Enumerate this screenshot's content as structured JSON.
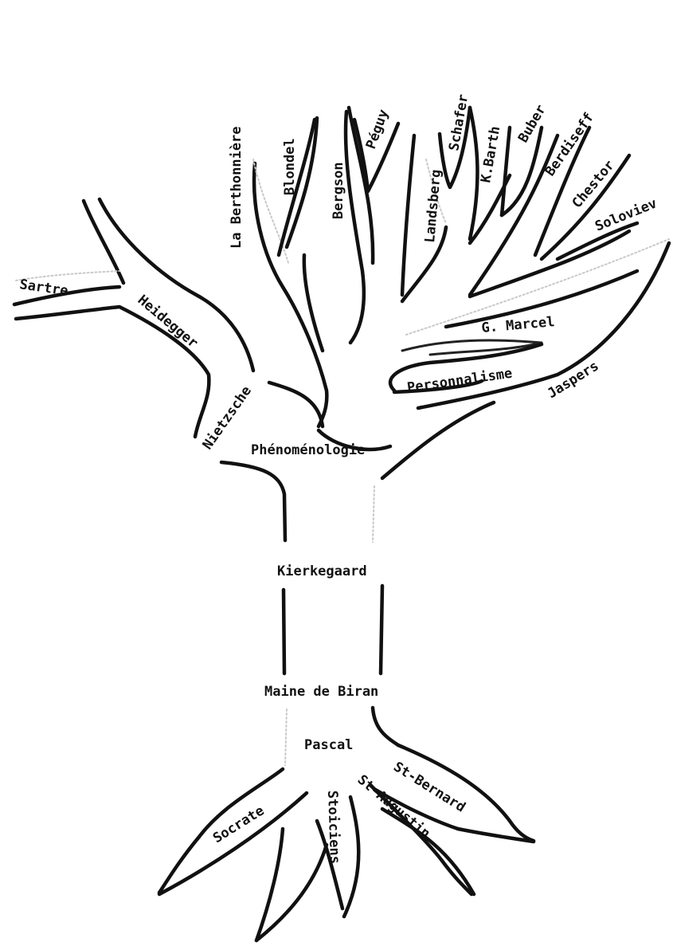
{
  "labels": {
    "la_berthonniere": "La Berthonnière",
    "blondel": "Blondel",
    "bergson": "Bergson",
    "peguy": "Péguy",
    "landsberg": "Landsberg",
    "schafer": "Schafer",
    "k_barth": "K.Barth",
    "buber": "Buber",
    "berdiseff": "Berdiseff",
    "chestor": "Chestor",
    "soloviev": "Soloviev",
    "sartre": "Sartre",
    "heidegger": "Heidegger",
    "nietzsche": "Nietzsche",
    "g_marcel": "G. Marcel",
    "personnalisme": "Personnalisme",
    "jaspers": "Jaspers",
    "phenomenologie": "Phénoménologie",
    "kierkegaard": "Kierkegaard",
    "maine_de_biran": "Maine de Biran",
    "pascal": "Pascal",
    "st_bernard": "St-Bernard",
    "st_augustin": "St-Augustin",
    "stoiciens": "Stoiciens",
    "socrate": "Socrate"
  }
}
